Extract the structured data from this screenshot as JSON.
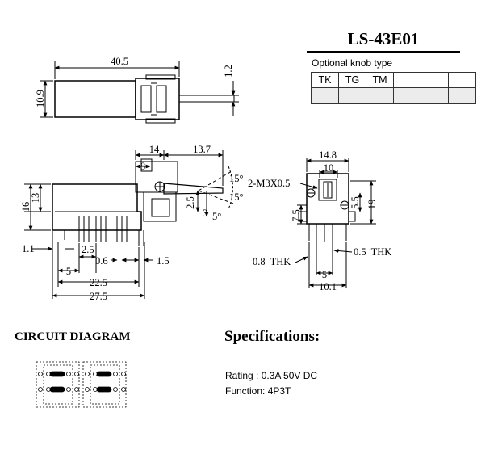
{
  "part_number": "LS-43E01",
  "knob_table": {
    "caption": "Optional knob type",
    "types": [
      "TK",
      "TG",
      "TM",
      "",
      "",
      ""
    ]
  },
  "top_view": {
    "length": "40.5",
    "height": "10.9",
    "shaft": "1.2"
  },
  "side_view": {
    "dims": [
      "14",
      "13.7",
      "8",
      "15°",
      "15°",
      "16",
      "13",
      "2.5",
      "3",
      "5°",
      "1.1",
      "2.5",
      "0.6",
      "1.5",
      "5",
      "22.5",
      "27.5"
    ]
  },
  "end_view": {
    "dims": [
      "14.8",
      "10",
      "2-M3X0.5",
      "5.5",
      "19",
      "7.5",
      "0.5  THK",
      "0.8  THK",
      "5",
      "10.1"
    ]
  },
  "circuit": {
    "title": "CIRCUIT DIAGRAM"
  },
  "specs": {
    "title": "Specifications:",
    "rating": "Rating : 0.3A 50V DC",
    "function": "Function: 4P3T"
  }
}
